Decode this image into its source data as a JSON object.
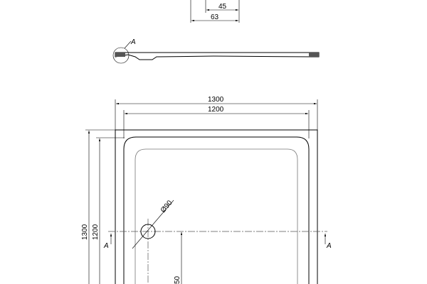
{
  "detail_dims": {
    "inner": "45",
    "outer": "63"
  },
  "section_label": "A",
  "plan": {
    "width_outer": "1300",
    "width_inner": "1200",
    "height_outer": "1300",
    "height_inner": "1200",
    "drain_diameter": "Ø90",
    "drain_offset": "50",
    "section_mark_left": "A",
    "section_mark_right": "A"
  }
}
